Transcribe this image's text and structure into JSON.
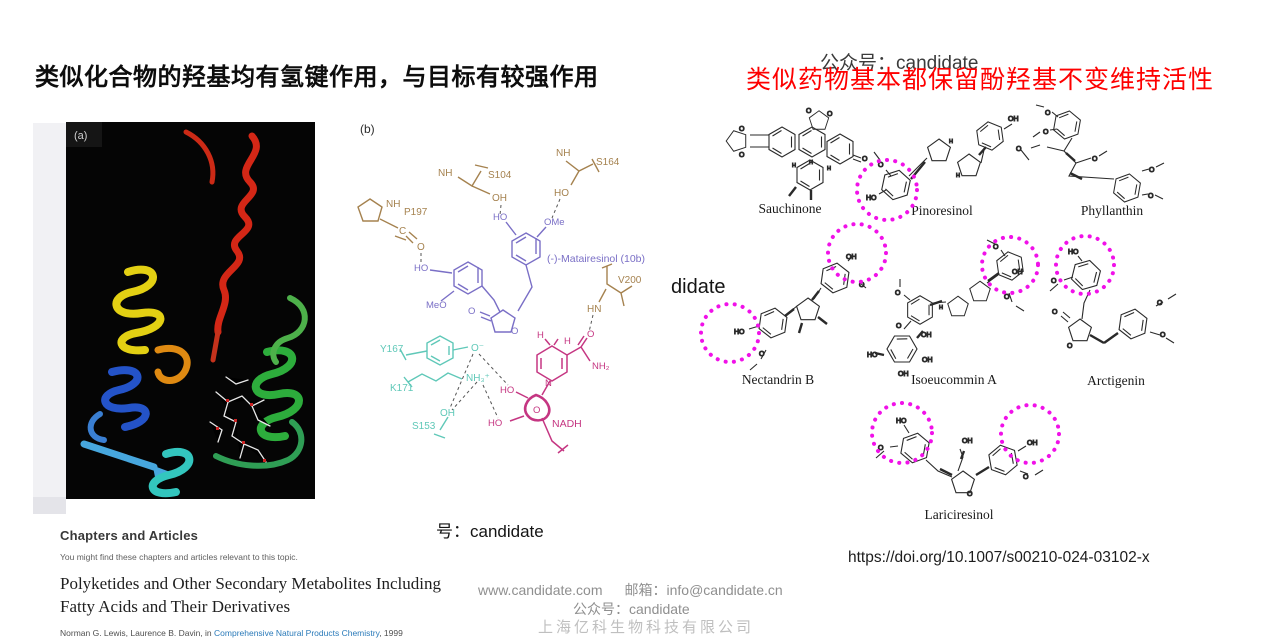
{
  "slide": {
    "title": "类似化合物的羟基均有氢键作用，与目标有较强作用",
    "red_heading": "类似药物基本都保留酚羟基不变维持活性",
    "doi": "https://doi.org/10.1007/s00210-024-03102-x",
    "watermarks": {
      "top": "公众号：candidate",
      "mid_fragment": "didate",
      "left_fragment": "号：candidate",
      "footer_web": "www.candidate.com",
      "footer_mail": "邮箱：info@candidate.cn",
      "footer_wechat": "公众号：candidate",
      "footer_company": "上海亿科生物科技有限公司"
    }
  },
  "figure_a": {
    "label": "(a)"
  },
  "figure_b": {
    "label": "(b)",
    "ligand": "(-)-Matairesinol (10b)",
    "nadh": "NADH",
    "residues": {
      "s104": "S104",
      "s164": "S164",
      "p197": "P197",
      "v200": "V200",
      "y167": "Y167",
      "k171": "K171",
      "s153": "S153"
    }
  },
  "atoms": {
    "nh": "NH",
    "hn": "HN",
    "oh": "OH",
    "ho": "HO",
    "ome": "OMe",
    "meo": "MeO",
    "o": "O",
    "c": "C",
    "n": "N",
    "h": "H",
    "nh2": "NH₂",
    "nh3": "NH₃⁺",
    "ominus": "O⁻"
  },
  "compounds": {
    "c1": {
      "name": "Sauchinone"
    },
    "c2": {
      "name": "Pinoresinol"
    },
    "c3": {
      "name": "Phyllanthin"
    },
    "c4": {
      "name": "Nectandrin B"
    },
    "c5": {
      "name": "Isoeucommin A"
    },
    "c6": {
      "name": "Arctigenin"
    },
    "c7": {
      "name": "Lariciresinol"
    }
  },
  "chapters": {
    "heading": "Chapters and Articles",
    "subtext": "You might find these chapters and articles relevant to this topic.",
    "article_title": "Polyketides and Other Secondary Metabolites Including Fatty Acids and Their Derivatives",
    "authors_prefix": "Norman G. Lewis, Laurence B. Davin, in ",
    "authors_link": "Comprehensive Natural Products Chemistry",
    "authors_suffix": ", 1999"
  },
  "colors": {
    "accent_red": "#fe0000",
    "circle_magenta": "#f011e8",
    "residue_tan": "#a5824f",
    "ligand_purple": "#7a6fc6",
    "residue_teal": "#5fc8b8",
    "nadh_magenta": "#c53682",
    "link_blue": "#2a7ab9"
  }
}
